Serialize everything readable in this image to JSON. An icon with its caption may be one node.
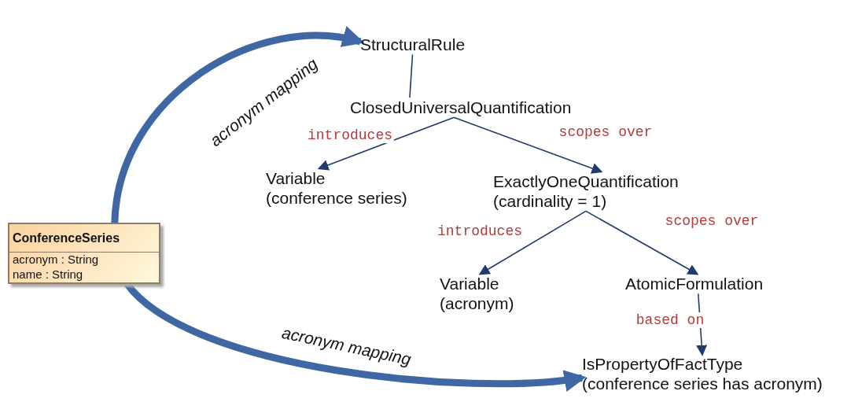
{
  "diagram": {
    "nodes": [
      {
        "text": [
          "ConferenceSeries",
          "acronym : String",
          "name : String"
        ]
      },
      {
        "text": [
          "StructuralRule"
        ]
      },
      {
        "text": [
          "ClosedUniversalQuantification"
        ]
      },
      {
        "text": [
          "Variable",
          "(conference series)"
        ]
      },
      {
        "text": [
          "ExactlyOneQuantification",
          "(cardinality = 1)"
        ]
      },
      {
        "text": [
          "Variable",
          "(acronym)"
        ]
      },
      {
        "text": [
          "AtomicFormulation"
        ]
      },
      {
        "text": [
          "IsPropertyOfFactType",
          "(conference series has acronym)"
        ]
      }
    ],
    "edges": [
      {
        "from": 0,
        "to": 1,
        "arrow": "to",
        "label": "acronym mapping",
        "style": "thick",
        "color": "#3f67a3"
      },
      {
        "from": 0,
        "to": 7,
        "arrow": "to",
        "label": "acronym mapping",
        "style": "thick",
        "color": "#3f67a3"
      },
      {
        "from": 1,
        "to": 2,
        "arrow": "none"
      },
      {
        "from": 2,
        "to": 3,
        "arrow": "to",
        "label": "introduces"
      },
      {
        "from": 2,
        "to": 4,
        "arrow": "to",
        "label": "scopes over"
      },
      {
        "from": 4,
        "to": 5,
        "arrow": "to",
        "label": "introduces"
      },
      {
        "from": 4,
        "to": 6,
        "arrow": "to",
        "label": "scopes over"
      },
      {
        "from": 6,
        "to": 7,
        "arrow": "to",
        "label": "based on"
      }
    ]
  }
}
